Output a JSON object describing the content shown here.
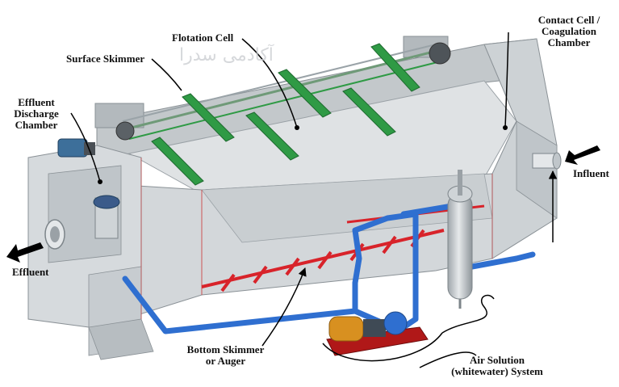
{
  "labels": {
    "flotation_cell": "Flotation Cell",
    "surface_skimmer": "Surface Skimmer",
    "effluent_discharge_chamber": [
      "Effluent",
      "Discharge",
      "Chamber"
    ],
    "contact_cell": [
      "Contact Cell /",
      "Coagulation",
      "Chamber"
    ],
    "influent": "Influent",
    "effluent": "Effluent",
    "bottom_skimmer": [
      "Bottom Skimmer",
      "or Auger"
    ],
    "air_solution": [
      "Air Solution",
      "(whitewater) System"
    ]
  },
  "watermark": "آکادمی سدرا",
  "colors": {
    "tank": "#d8dcdf",
    "tank_dark": "#b7bdc1",
    "skimmer_green": "#2f9a45",
    "pipe_blue": "#2f6fd0",
    "header_red": "#d8232a",
    "pump_red": "#b01818",
    "motor_orange": "#d89020"
  }
}
